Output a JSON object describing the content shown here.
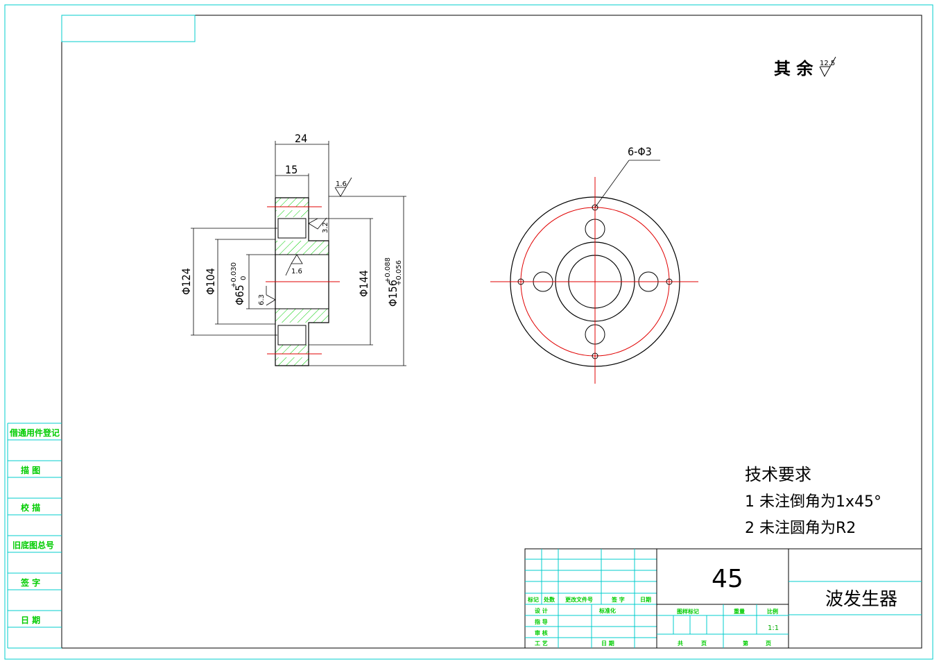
{
  "roughness": {
    "label": "其 余",
    "value": "12.5"
  },
  "section_view": {
    "dims": {
      "width_total": "24",
      "width_hub": "15",
      "d124": "Φ124",
      "d104": "Φ104",
      "d65": "Φ65",
      "d65_tol_upper": "+0.030",
      "d65_tol_lower": "0",
      "d144": "Φ144",
      "d156": "Φ156",
      "d156_tol_upper": "+0.088",
      "d156_tol_lower": "+0.056"
    },
    "roughness": {
      "top": "1.6",
      "side": "3.2",
      "bore": "1.6",
      "left": "6.3"
    }
  },
  "front_view": {
    "hole_label": "6-Φ3"
  },
  "tech_req": {
    "title": "技术要求",
    "item1": "1 未注倒角为1x45°",
    "item2": "2 未注圆角为R2"
  },
  "side_table": {
    "rows": [
      "借通用件登记",
      "描 图",
      "校 描",
      "旧底图总号",
      "签 字",
      "日 期"
    ]
  },
  "title_block": {
    "material": "45",
    "part_name": "波发生器",
    "scale": "1:1",
    "headers": [
      "标记",
      "处数",
      "更改文件号",
      "签 字",
      "日期"
    ],
    "roles": [
      "设 计",
      "标准化",
      "指 导",
      "审 核",
      "工 艺",
      "日 期"
    ],
    "labels": {
      "stage_mark": "图样标记",
      "weight": "重量",
      "ratio": "比例",
      "total": "共",
      "page": "页",
      "sheet": "第",
      "sheet_page": "页"
    }
  }
}
